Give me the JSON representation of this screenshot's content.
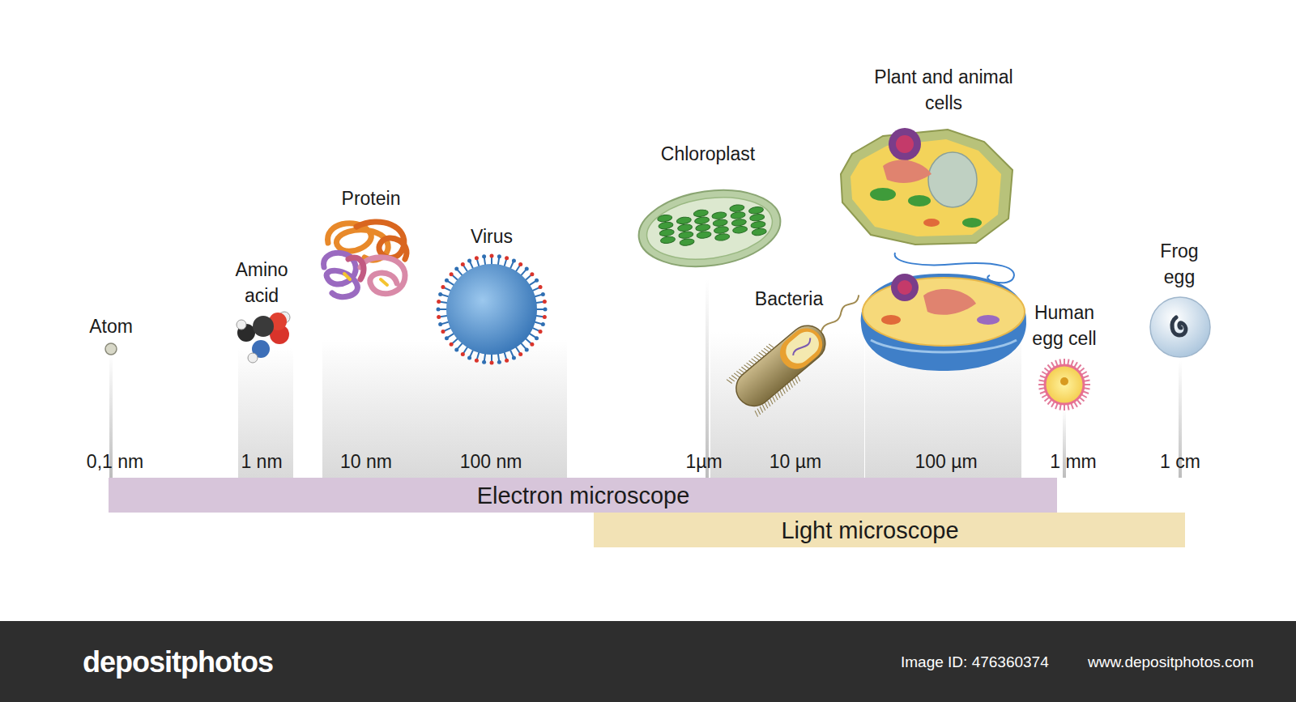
{
  "diagram": {
    "nodes": [
      {
        "text": [
          "Electron microscope"
        ]
      },
      {
        "text": [
          "Light microscope"
        ]
      },
      {
        "text": [
          "depositphotos",
          "Image ID: 476360374",
          "www.depositphotos.com"
        ]
      }
    ],
    "labels": [
      "Atom",
      "Amino acid",
      "Protein",
      "Virus",
      "Chloroplast",
      "Bacteria",
      "Plant and animal cells",
      "Human egg cell",
      "Frog egg",
      "0,1 nm",
      "1 nm",
      "10 nm",
      "100 nm",
      "1µm",
      "10 µm",
      "100 µm",
      "1 mm",
      "1 cm"
    ]
  }
}
